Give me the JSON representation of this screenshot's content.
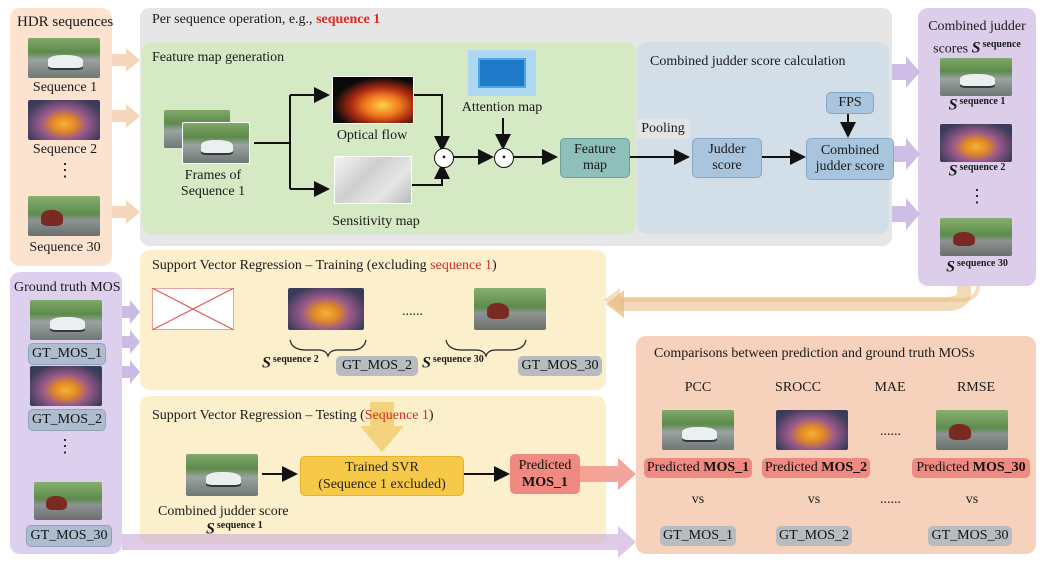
{
  "hdr_panel": {
    "title": "HDR sequences",
    "items": [
      "Sequence 1",
      "Sequence 2",
      "⋮",
      "Sequence 30"
    ]
  },
  "op_panel": {
    "title_prefix": "Per sequence operation, e.g., ",
    "title_highlight": "sequence 1"
  },
  "feature": {
    "title": "Feature map generation",
    "frames_label": "Frames of\nSequence 1",
    "optical_flow": "Optical flow",
    "sensitivity_map": "Sensitivity map",
    "attention_map": "Attention map",
    "feature_map": "Feature\nmap",
    "odot": "⊙"
  },
  "judder_calc": {
    "title": "Combined judder score calculation",
    "pooling": "Pooling",
    "judder_score": "Judder\nscore",
    "fps": "FPS",
    "combined": "Combined\njudder score"
  },
  "combined_panel": {
    "title_line1": "Combined judder",
    "title_line2": "scores ",
    "s": "S",
    "sup_title": "sequence",
    "subs": [
      "sequence 1",
      "sequence 2",
      "⋮",
      "sequence 30"
    ]
  },
  "gt_panel": {
    "title": "Ground truth MOS",
    "labels": [
      "GT_MOS_1",
      "GT_MOS_2",
      "⋮",
      "GT_MOS_30"
    ]
  },
  "training": {
    "title_prefix": "Support Vector Regression – Training (excluding ",
    "title_highlight": "sequence 1",
    "title_suffix": ")",
    "s": "S",
    "sup2": "sequence 2",
    "gt2": "GT_MOS_2",
    "dots": "......",
    "sup30": "sequence 30",
    "gt30": "GT_MOS_30"
  },
  "testing": {
    "title_prefix": "Support Vector Regression – Testing (",
    "title_highlight": "Sequence 1",
    "title_suffix": ")",
    "svr": "Trained SVR\n(Sequence 1 excluded)",
    "predicted_label": "Predicted",
    "predicted_val": "MOS_1",
    "combined_label": "Combined judder score",
    "s": "S",
    "sup1": "sequence 1"
  },
  "comparison": {
    "title": "Comparisons between prediction and ground truth MOSs",
    "metrics": [
      "PCC",
      "SROCC",
      "MAE",
      "RMSE"
    ],
    "dots": "......",
    "pred_prefix": "Predicted ",
    "pred_vals": [
      "MOS_1",
      "MOS_2",
      "MOS_30"
    ],
    "vs": "vs",
    "gt": [
      "GT_MOS_1",
      "GT_MOS_2",
      "GT_MOS_30"
    ]
  },
  "colors": {
    "hdr_panel": "#fbe3cf",
    "op_panel": "#e7e7e7",
    "feature_panel": "#d6e9c6",
    "judder_panel": "#d3dfe8",
    "combined_panel": "#dccdea",
    "gt_panel": "#ddd0ee",
    "svr_panel": "#fbf0cf",
    "comparison_panel": "#f7d2bd",
    "highlight_red": "#e0291f"
  }
}
